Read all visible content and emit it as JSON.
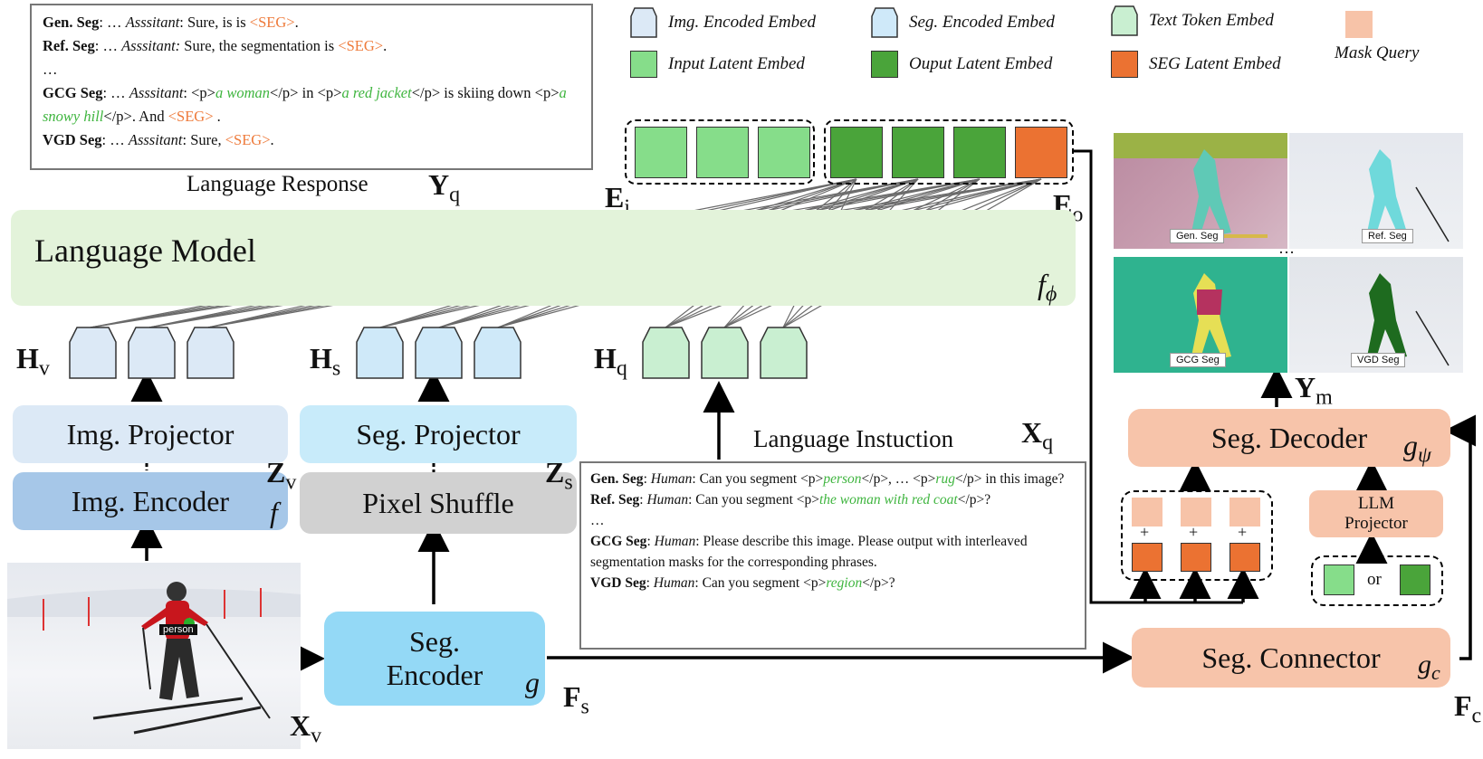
{
  "legend": {
    "img_encoded": "Img. Encoded Embed",
    "seg_encoded": "Seg. Encoded Embed",
    "text_token": "Text Token Embed",
    "mask_query": "Mask Query",
    "input_latent": "Input Latent Embed",
    "output_latent": "Ouput Latent Embed",
    "seg_latent": "SEG Latent Embed"
  },
  "response_box": {
    "gen_label": "Gen. Seg",
    "gen_pre": ": … ",
    "gen_role": "Asssitant",
    "gen_text": ": Sure, is is ",
    "gen_seg": "<SEG>",
    "gen_end": ".",
    "ref_label": "Ref. Seg",
    "ref_pre": ": … ",
    "ref_role": "Asssitant:",
    "ref_text": " Sure, the segmentation is ",
    "ref_seg": "<SEG>",
    "ref_end": ".",
    "ellipsis": "…",
    "gcg_label": "GCG Seg",
    "gcg_pre": ": … ",
    "gcg_role": "Asssitant",
    "gcg_t1": ": <p>",
    "gcg_g1": "a woman",
    "gcg_t2": "</p>  in <p>",
    "gcg_g2": "a red jacket",
    "gcg_t3": "</p> is skiing down <p>",
    "gcg_g3": "a snowy hill",
    "gcg_t4": "</p>.  And ",
    "gcg_seg": "<SEG>",
    "gcg_end": " .",
    "vgd_label": "VGD Seg",
    "vgd_pre": ": … ",
    "vgd_role": "Asssitant",
    "vgd_text": ": Sure, ",
    "vgd_seg": "<SEG>",
    "vgd_end": "."
  },
  "instruction_box": {
    "gen_label": "Gen. Seg",
    "gen_role": "Human",
    "gen_t1": ": Can you segment <p>",
    "gen_g1": "person",
    "gen_t2": "</p>, … <p>",
    "gen_g2": "rug",
    "gen_t3": "</p> in this image?",
    "ref_label": "Ref. Seg",
    "ref_role": "Human",
    "ref_t1": ": Can you segment <p>",
    "ref_g1": "the woman with red coat",
    "ref_t2": "</p>?",
    "ellipsis": "…",
    "gcg_label": "GCG Seg",
    "gcg_role": "Human",
    "gcg_t1": ": Please describe this image. Please output with interleaved segmentation masks for the corresponding phrases.",
    "vgd_label": "VGD Seg",
    "vgd_role": "Human",
    "vgd_t1": ": Can you segment <p>",
    "vgd_g1": "region",
    "vgd_t2": "</p>?"
  },
  "labels": {
    "language_response": "Language Response",
    "language_model": "Language Model",
    "img_projector": "Img. Projector",
    "img_encoder": "Img. Encoder",
    "seg_projector": "Seg. Projector",
    "pixel_shuffle": "Pixel Shuffle",
    "seg_encoder_1": "Seg.",
    "seg_encoder_2": "Encoder",
    "language_instruction": "Language Instuction",
    "seg_decoder": "Seg. Decoder",
    "llm_projector_1": "LLM",
    "llm_projector_2": "Projector",
    "or": "or",
    "seg_connector": "Seg. Connector",
    "person_tag": "person",
    "plus": "+",
    "dots": "…",
    "pane_gen": "Gen. Seg",
    "pane_ref": "Ref. Seg",
    "pane_gcg": "GCG Seg",
    "pane_vgd": "VGD Seg"
  },
  "symbols": {
    "Yq": "Y",
    "Yq_sub": "q",
    "Ei": "E",
    "Ei_sub": "i",
    "Eo": "E",
    "Eo_sub": "o",
    "f_phi": "f",
    "f_phi_sub": "ϕ",
    "Hv": "H",
    "Hv_sub": "v",
    "Hs": "H",
    "Hs_sub": "s",
    "Hq": "H",
    "Hq_sub": "q",
    "Zv": "Z",
    "Zv_sub": "v",
    "Zs": "Z",
    "Zs_sub": "s",
    "f": "f",
    "g": "g",
    "Xq": "X",
    "Xq_sub": "q",
    "Xv": "X",
    "Xv_sub": "v",
    "Fs": "F",
    "Fs_sub": "s",
    "Ym": "Y",
    "Ym_sub": "m",
    "g_psi": "g",
    "g_psi_sub": "ψ",
    "g_c": "g",
    "g_c_sub": "c",
    "Fc": "F",
    "Fc_sub": "c"
  },
  "colors": {
    "img_embed": "#dce9f6",
    "seg_embed": "#cfe9f9",
    "text_embed": "#c9efd1",
    "mask_query": "#f7c3a8",
    "input_latent": "#86dd8a",
    "output_latent": "#4aa43a",
    "seg_latent": "#eb7232",
    "language_model": "#e3f3da",
    "img_projector": "#dce9f6",
    "img_encoder": "#a6c7e8",
    "seg_projector": "#c8ebfa",
    "pixel_shuffle": "#d1d1d1",
    "seg_encoder": "#94d9f6",
    "salmon": "#f7c4aa"
  }
}
